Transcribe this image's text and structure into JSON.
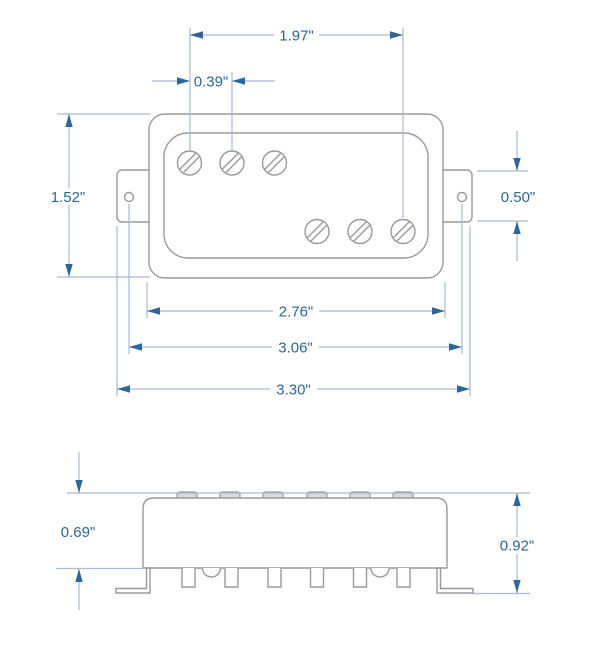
{
  "colors": {
    "accent": "#2e6699",
    "dimline": "#a7bbd4",
    "drawing": "#9a9a9a",
    "bump_fill": "#d9d9d9",
    "background": "#ffffff"
  },
  "top_view": {
    "pole_span": "1.97\"",
    "pole_spacing": "0.39\"",
    "overall_height": "1.52\"",
    "ear_height": "0.50\"",
    "body_width": "2.76\"",
    "mount_hole_span": "3.06\"",
    "overall_width": "3.30\""
  },
  "side_view": {
    "body_height": "0.69\"",
    "overall_height": "0.92\""
  }
}
